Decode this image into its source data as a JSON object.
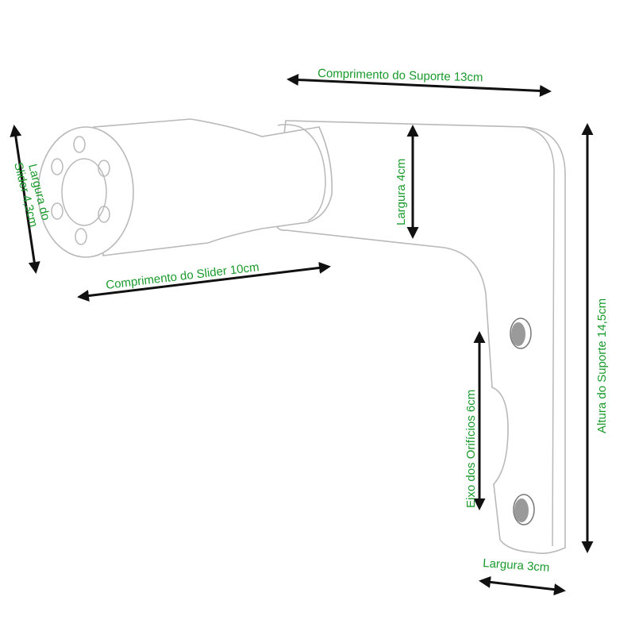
{
  "colors": {
    "label": "#1a9a2c",
    "outline": "#b9b9b9",
    "arrow": "#111111",
    "hole": "#9a9a9a"
  },
  "labels": {
    "comprimento_suporte": "Comprimento do Suporte 13cm",
    "largura_slider_line1": "Largura do",
    "largura_slider_line2": "Slider 4,3cm",
    "largura_4cm": "Largura 4cm",
    "comprimento_slider": "Comprimento do Slider 10cm",
    "eixo_orificios": "Eixo dos Orifícios 6cm",
    "altura_suporte": "Altura do Suporte 14,5cm",
    "largura_3cm": "Largura 3cm"
  }
}
